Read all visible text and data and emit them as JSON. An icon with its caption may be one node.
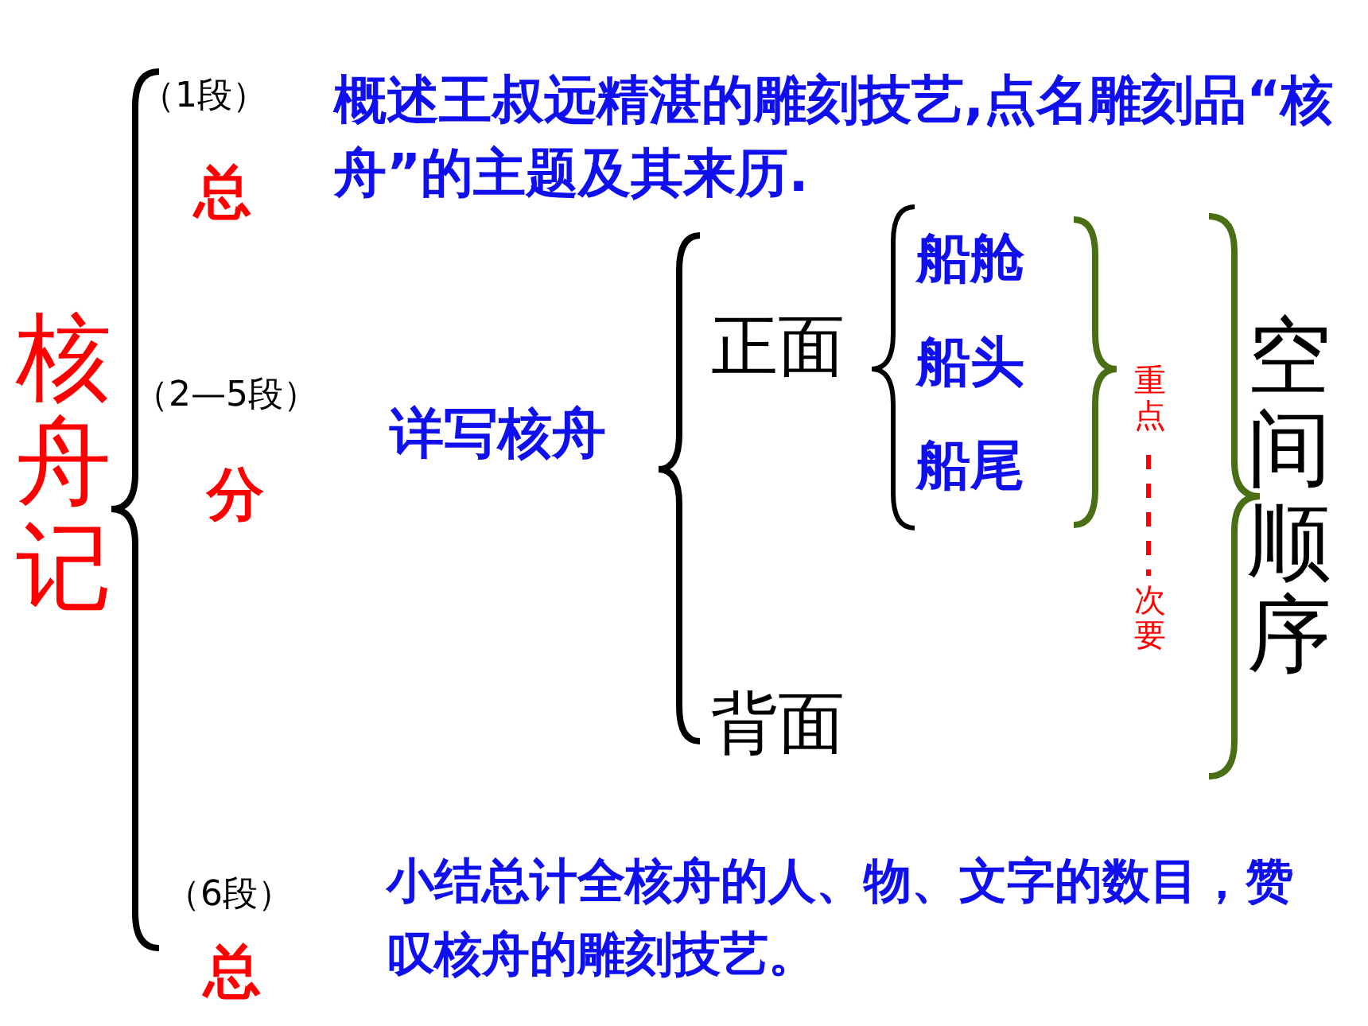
{
  "diagram": {
    "labels": [
      "（1段）",
      "概述王叔远精湛的雕刻技艺,点名雕刻品“核舟”的主题及其来历.",
      "总",
      "核舟记",
      "（2—5段）",
      "详写核舟",
      "分",
      "船舱",
      "正面",
      "船头",
      "重点",
      "空间顺序",
      "船尾",
      "次要",
      "背面",
      "（6段）",
      "总",
      "小结总计全核舟的人、物、文字的数目，赞叹核舟的雕刻技艺。"
    ]
  }
}
